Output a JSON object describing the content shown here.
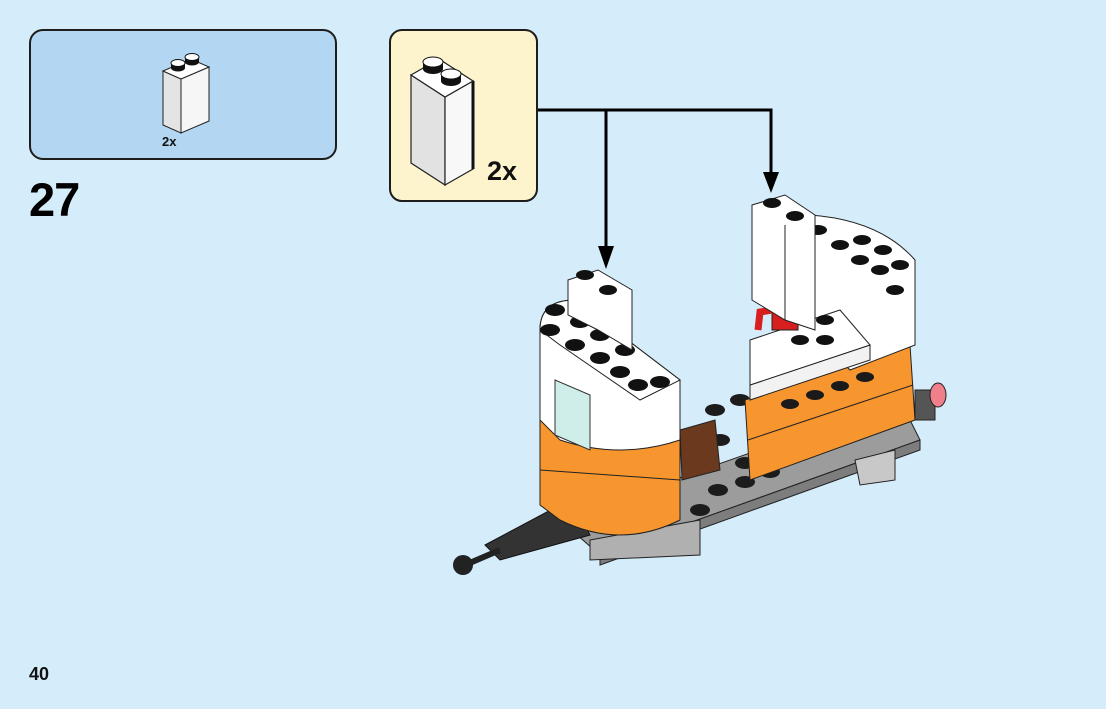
{
  "page": {
    "step_number": "27",
    "page_number": "40",
    "background_color": "#d5ecfb"
  },
  "parts_list": {
    "background_color": "#b3d7f2",
    "items": [
      {
        "part": "white brick 1x2x3",
        "color": "#ffffff",
        "quantity_label": "2x"
      }
    ]
  },
  "sub_callout": {
    "background_color": "#fdf4cd",
    "part": "white brick 1x2x3",
    "quantity_label": "2x"
  },
  "model": {
    "description": "orange and white camper trailer with red mug on counter",
    "colors": {
      "orange": "#f7962e",
      "white": "#ffffff",
      "gray": "#9c9c9c",
      "dark_gray": "#3c3c3c",
      "brown": "#6b3a1e",
      "red": "#d71f1f",
      "pink": "#f07f8c",
      "trans_clear": "#cfeeea"
    }
  }
}
